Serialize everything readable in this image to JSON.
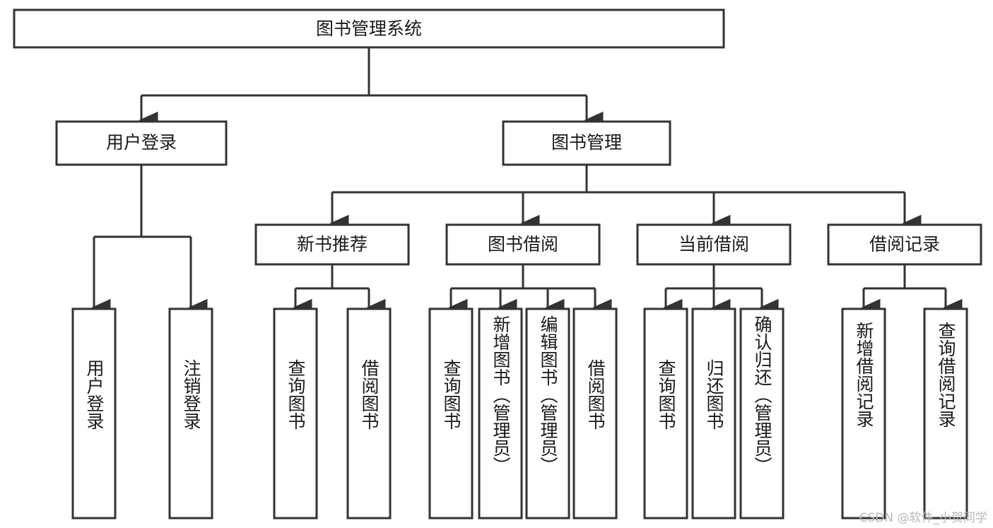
{
  "diagram": {
    "title": "图书管理系统",
    "type": "tree-hierarchy-diagram",
    "colors": {
      "stroke": "#333333",
      "fill": "#ffffff",
      "text": "#1a1a1a",
      "watermark": "#b8b8b8"
    },
    "root": {
      "label": "图书管理系统"
    },
    "level1": [
      {
        "label": "用户登录"
      },
      {
        "label": "图书管理"
      }
    ],
    "level2": [
      {
        "label": "新书推荐"
      },
      {
        "label": "图书借阅"
      },
      {
        "label": "当前借阅"
      },
      {
        "label": "借阅记录"
      }
    ],
    "leaves": {
      "user_login": [
        {
          "label": "用户登录"
        },
        {
          "label": "注销登录"
        }
      ],
      "new_book_recommend": [
        {
          "label": "查询图书"
        },
        {
          "label": "借阅图书"
        }
      ],
      "book_borrow": [
        {
          "label": "查询图书"
        },
        {
          "label": "新增图书（管理员）"
        },
        {
          "label": "编辑图书（管理员）"
        },
        {
          "label": "借阅图书"
        }
      ],
      "current_borrow": [
        {
          "label": "查询图书"
        },
        {
          "label": "归还图书"
        },
        {
          "label": "确认归还（管理员）"
        }
      ],
      "borrow_record": [
        {
          "label": "新增借阅记录"
        },
        {
          "label": "查询借阅记录"
        }
      ]
    }
  },
  "watermark": {
    "text": "CSDN @软件_小贺同学"
  }
}
